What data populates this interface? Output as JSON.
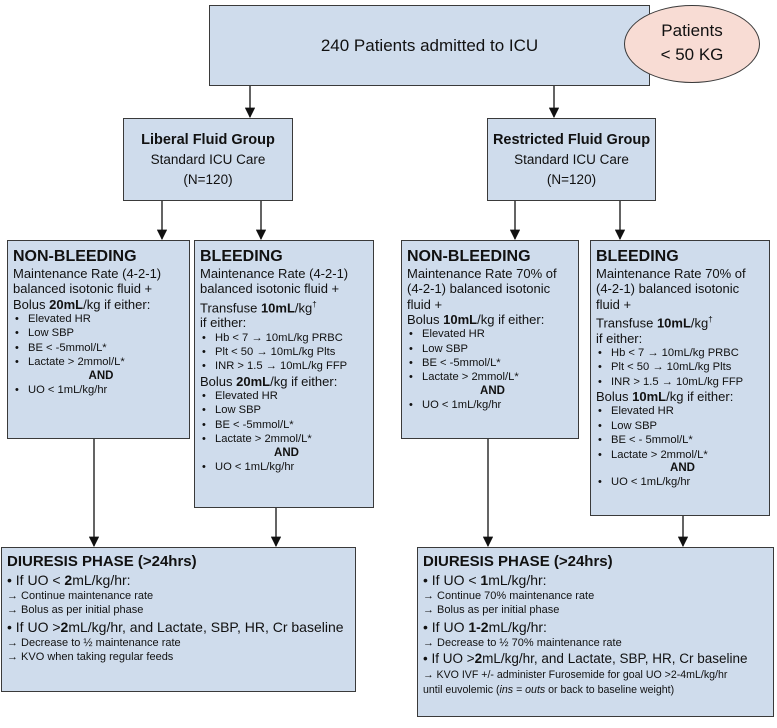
{
  "title_box": {
    "text": "240 Patients admitted to ICU"
  },
  "patients_badge": {
    "line1": "Patients",
    "line2": "< 50 KG"
  },
  "groups": {
    "liberal": {
      "title": "Liberal Fluid Group",
      "sub": "Standard ICU Care",
      "n": "(N=120)"
    },
    "restricted": {
      "title": "Restricted Fluid Group",
      "sub": "Standard ICU Care",
      "n": "(N=120)"
    }
  },
  "lib_nonbleed": {
    "title": "NON-BLEEDING",
    "l1": "Maintenance Rate (4-2-1)",
    "l2": "balanced isotonic fluid +",
    "l3a": "Bolus ",
    "l3b": "20mL",
    "l3c": "/kg if either:",
    "bullets": [
      "Elevated HR",
      "Low SBP",
      "BE < -5mmol/L*",
      "Lactate > 2mmol/L*"
    ],
    "and": "AND",
    "uo": "UO < 1mL/kg/hr"
  },
  "lib_bleed": {
    "title": "BLEEDING",
    "l1": "Maintenance Rate (4-2-1)",
    "l2": "balanced isotonic fluid +",
    "l3a": "Transfuse ",
    "l3b": "10mL",
    "l3c": "/kg",
    "l3sup": "†",
    "l4": "if either:",
    "tbullets": [
      "Hb < 7 → 10mL/kg PRBC",
      "Plt < 50 → 10mL/kg Plts",
      "INR > 1.5 → 10mL/kg FFP"
    ],
    "l5a": "Bolus ",
    "l5b": "20mL",
    "l5c": "/kg if either:",
    "bullets": [
      "Elevated HR",
      "Low SBP",
      "BE < -5mmol/L*",
      "Lactate > 2mmol/L*"
    ],
    "and": "AND",
    "uo": "UO < 1mL/kg/hr"
  },
  "res_nonbleed": {
    "title": "NON-BLEEDING",
    "l1": "Maintenance Rate 70% of",
    "l2": "(4-2-1) balanced isotonic",
    "l3": "fluid +",
    "l4a": "Bolus ",
    "l4b": "10mL",
    "l4c": "/kg if either:",
    "bullets": [
      "Elevated HR",
      "Low SBP",
      "BE < -5mmol/L*",
      "Lactate > 2mmol/L*"
    ],
    "and": "AND",
    "uo": "UO < 1mL/kg/hr"
  },
  "res_bleed": {
    "title": "BLEEDING",
    "l1": "Maintenance Rate 70% of",
    "l2": "(4-2-1) balanced isotonic",
    "l3": "fluid +",
    "l4a": "Transfuse ",
    "l4b": "10mL",
    "l4c": "/kg",
    "l4sup": "†",
    "l5": "if either:",
    "tbullets": [
      "Hb < 7 → 10mL/kg PRBC",
      "Plt < 50 → 10mL/kg Plts",
      "INR > 1.5 → 10mL/kg FFP"
    ],
    "l6a": "Bolus ",
    "l6b": "10mL",
    "l6c": "/kg  if either:",
    "bullets": [
      "Elevated HR",
      "Low SBP",
      "BE < - 5mmol/L*",
      "Lactate > 2mmol/L*"
    ],
    "and": "AND",
    "uo": "UO < 1mL/kg/hr"
  },
  "lib_diuresis": {
    "title": "DIURESIS PHASE (>24hrs)",
    "c1a": "If UO < ",
    "c1b": "2",
    "c1c": "mL/kg/hr:",
    "a1": "→ Continue maintenance rate",
    "a2": "→ Bolus as per initial phase",
    "c2a": "If UO >",
    "c2b": "2",
    "c2c": "mL/kg/hr, and Lactate, SBP, HR, Cr baseline",
    "a3": "→ Decrease to ½ maintenance rate",
    "a4": "→ KVO when taking regular feeds"
  },
  "res_diuresis": {
    "title": "DIURESIS PHASE (>24hrs)",
    "c1a": "If UO < ",
    "c1b": "1",
    "c1c": "mL/kg/hr:",
    "a1": "→ Continue 70% maintenance rate",
    "a2": "→ Bolus as per initial phase",
    "c2a": "If UO ",
    "c2b": "1-2",
    "c2c": "mL/kg/hr:",
    "a3": "→ Decrease to ½ 70% maintenance rate",
    "c3a": "If UO >",
    "c3b": "2",
    "c3c": "mL/kg/hr, and Lactate, SBP, HR, Cr baseline",
    "a4": "→ KVO IVF +/- administer Furosemide for goal UO >2-4mL/kg/hr",
    "a5a": "until euvolemic (",
    "a5b": "ins = outs",
    "a5c": " or back to baseline weight)"
  }
}
